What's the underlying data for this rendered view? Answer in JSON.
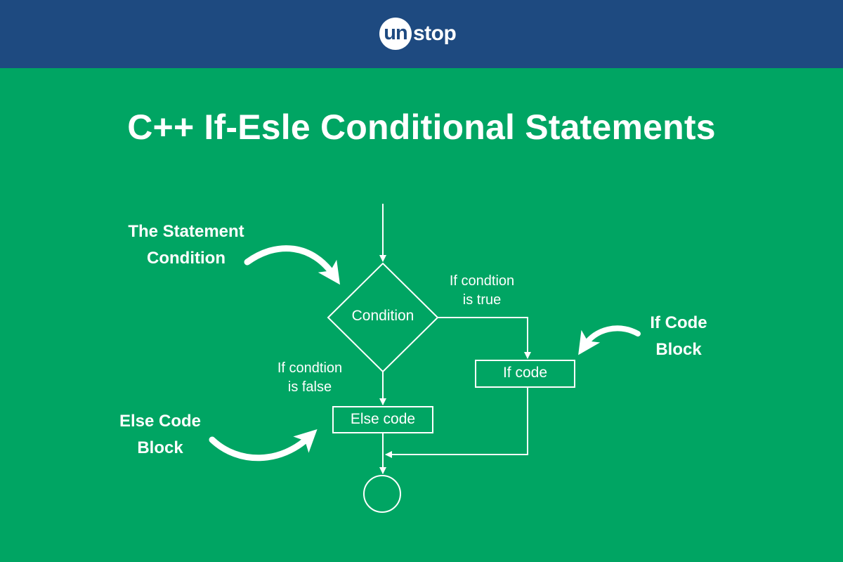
{
  "header": {
    "logo_circle_text": "un",
    "logo_rest_text": "stop"
  },
  "title": "C++ If-Esle Conditional Statements",
  "diagram": {
    "condition_label": "Condition",
    "if_code_label": "If code",
    "else_code_label": "Else code",
    "true_branch": {
      "line1": "If condtion",
      "line2": "is true"
    },
    "false_branch": {
      "line1": "If condtion",
      "line2": "is false"
    }
  },
  "annotations": {
    "statement_condition": {
      "line1": "The Statement",
      "line2": "Condition"
    },
    "if_code_block": {
      "line1": "If Code",
      "line2": "Block"
    },
    "else_code_block": {
      "line1": "Else Code",
      "line2": "Block"
    }
  },
  "colors": {
    "header_bg": "#1e4a80",
    "background": "#00a563",
    "foreground": "#ffffff"
  }
}
